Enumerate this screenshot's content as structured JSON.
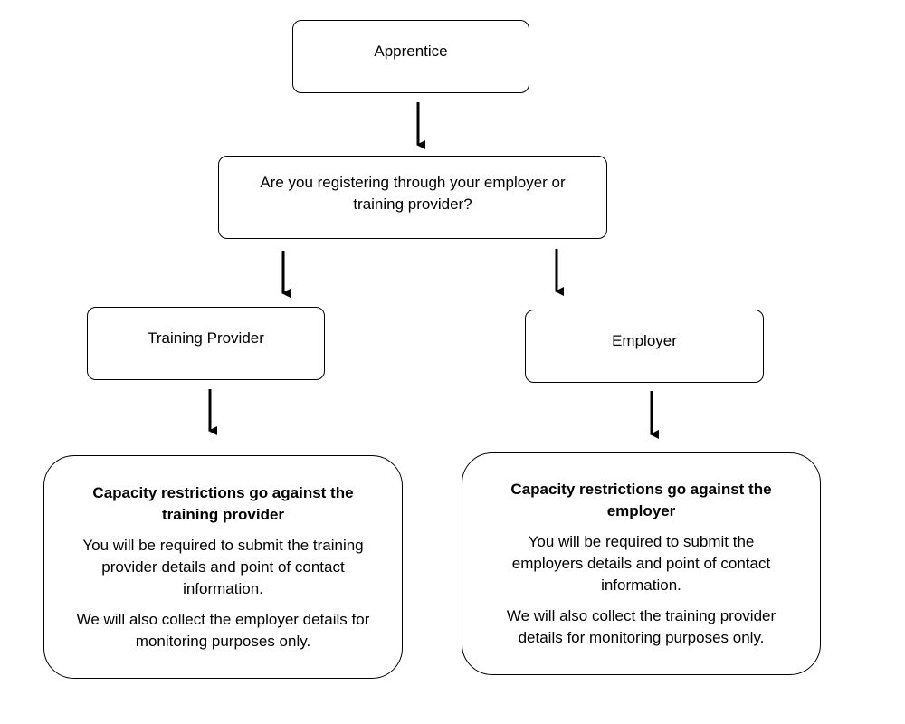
{
  "nodes": {
    "apprentice": "Apprentice",
    "question": "Are you registering through your employer or training provider?",
    "training_provider": "Training Provider",
    "employer": "Employer"
  },
  "outcomes": {
    "training_provider": {
      "heading": "Capacity restrictions go against the training provider",
      "text1": "You will be required to submit the training provider details and point of contact information.",
      "text2": "We will also collect the employer details for monitoring purposes only."
    },
    "employer": {
      "heading": "Capacity restrictions go against the employer",
      "text1": "You will be required to submit the employers details and point of contact information.",
      "text2": "We will also collect the training provider details for monitoring purposes only."
    }
  }
}
